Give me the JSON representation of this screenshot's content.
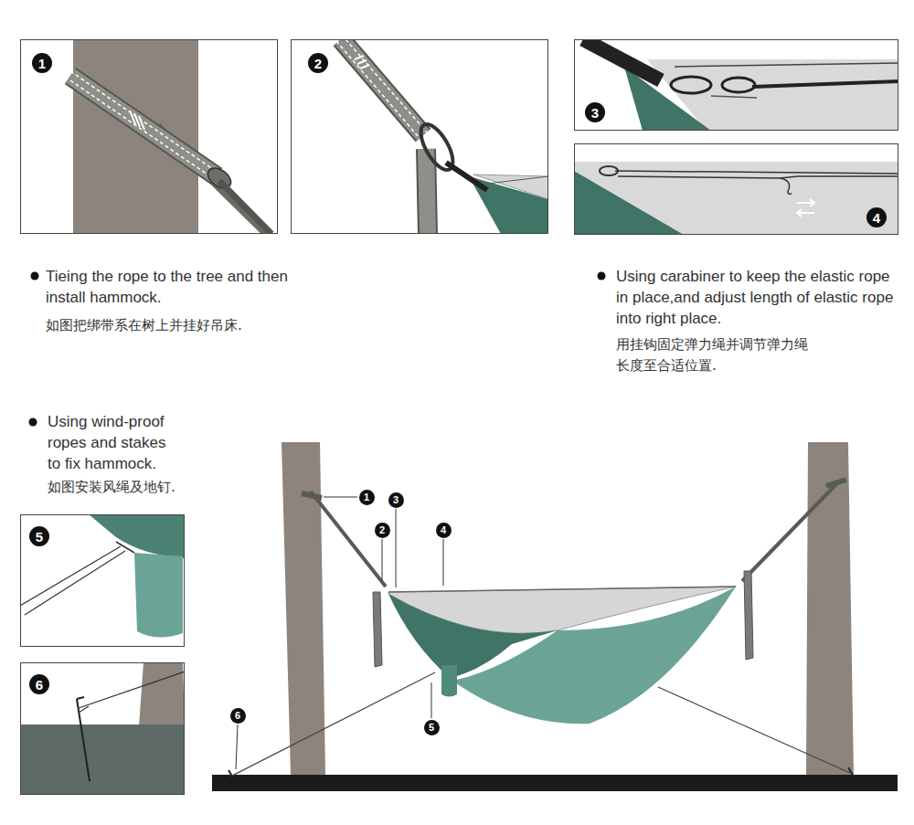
{
  "diagram": {
    "nodes": [
      {
        "text": [
          "1"
        ]
      },
      {
        "text": [
          "2"
        ]
      },
      {
        "text": [
          "3"
        ]
      },
      {
        "text": [
          "4"
        ]
      },
      {
        "text": [
          "5"
        ]
      },
      {
        "text": [
          "6"
        ]
      }
    ],
    "labels": [
      "Tieing the rope to the tree and then install hammock.",
      "如图把绑带系在树上并挂好吊床.",
      "Using carabiner to keep the elastic rope in place,and adjust length of elastic rope into right place.",
      "用挂钩固定弹力绳并调节弹力绳 长度至合适位置.",
      "Using wind-proof ropes and stakes to fix hammock.",
      "如图安装风绳及地钉.",
      "1",
      "3",
      "2",
      "4",
      "6",
      "5"
    ]
  }
}
